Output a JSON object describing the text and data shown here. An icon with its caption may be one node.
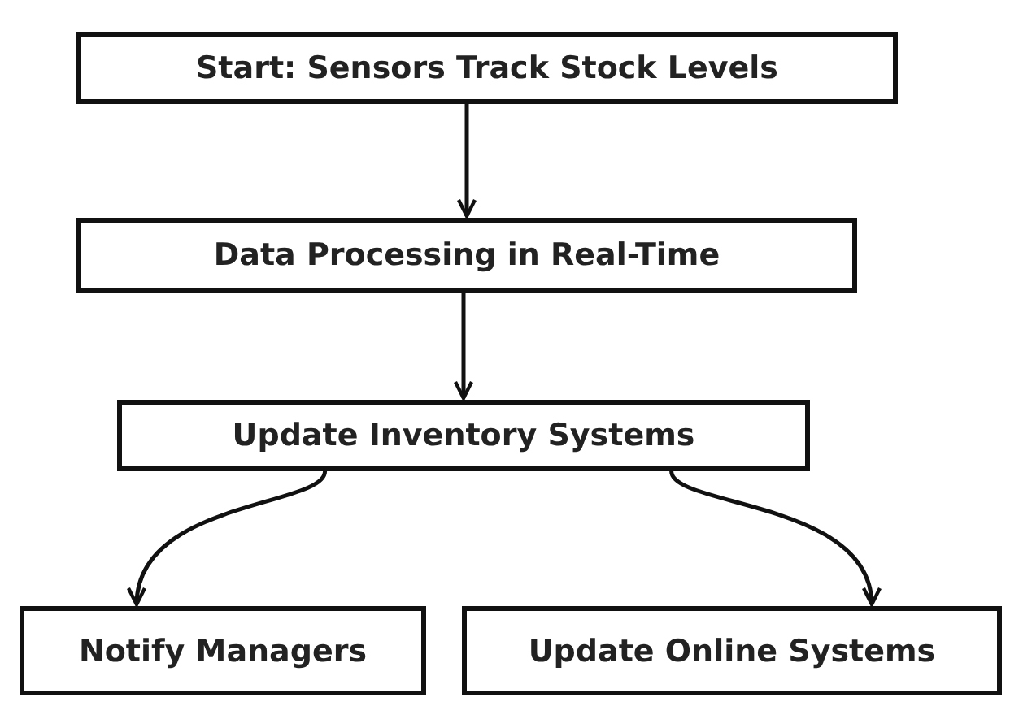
{
  "diagram": {
    "nodes": [
      {
        "text": [
          "Start: Sensors Track Stock Levels"
        ]
      },
      {
        "text": [
          "Data Processing in Real-Time"
        ]
      },
      {
        "text": [
          "Update Inventory Systems"
        ]
      },
      {
        "text": [
          "Notify Managers"
        ]
      },
      {
        "text": [
          "Update Online Systems"
        ]
      }
    ],
    "edges": [
      {
        "from": 0,
        "to": 1,
        "arrow": "to"
      },
      {
        "from": 1,
        "to": 2,
        "arrow": "to"
      },
      {
        "from": 2,
        "to": 3,
        "arrow": "to"
      },
      {
        "from": 2,
        "to": 4,
        "arrow": "to"
      }
    ]
  }
}
